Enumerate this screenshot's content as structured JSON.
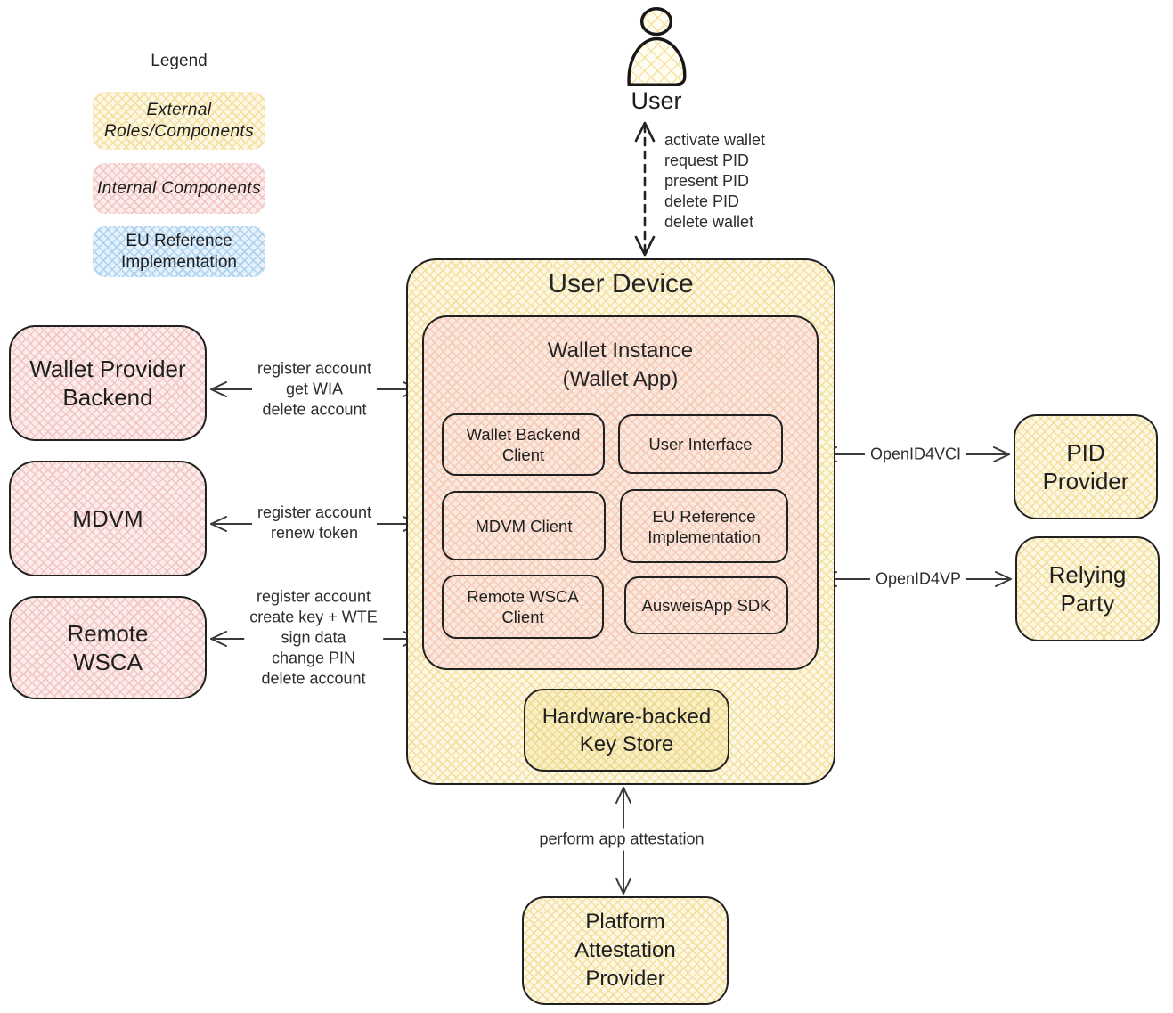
{
  "legend": {
    "title": "Legend",
    "items": [
      {
        "label": "External\nRoles/Components",
        "type": "external"
      },
      {
        "label": "Internal Components",
        "type": "internal"
      },
      {
        "label": "EU Reference\nImplementation",
        "type": "eu-reference"
      }
    ]
  },
  "actors": {
    "user": {
      "label": "User"
    }
  },
  "user_device": {
    "title": "User Device",
    "wallet_instance": {
      "title": "Wallet Instance\n(Wallet App)",
      "components": [
        "Wallet Backend\nClient",
        "User Interface",
        "MDVM Client",
        "EU Reference\nImplementation",
        "Remote WSCA\nClient",
        "AusweisApp SDK"
      ]
    },
    "key_store": {
      "label": "Hardware-backed\nKey Store"
    }
  },
  "external_components": {
    "wallet_provider_backend": "Wallet Provider\nBackend",
    "mdvm": "MDVM",
    "remote_wsca": "Remote\nWSCA",
    "pid_provider": "PID\nProvider",
    "relying_party": "Relying\nParty",
    "platform_attestation_provider": "Platform\nAttestation\nProvider"
  },
  "connections": {
    "user_to_device": "activate wallet\nrequest PID\npresent PID\ndelete PID\ndelete wallet",
    "wallet_provider_backend": "register account\nget WIA\ndelete account",
    "mdvm": "register account\nrenew token",
    "remote_wsca": "register account\ncreate key + WTE\nsign data\nchange PIN\ndelete account",
    "pid_provider": "OpenID4VCI",
    "relying_party": "OpenID4VP",
    "platform_attestation": "perform app attestation"
  },
  "colors": {
    "external_fill": "#fdf8e3",
    "external_hatch": "#f3e0a0",
    "internal_fill": "#fcecec",
    "internal_hatch": "#f2c6c2",
    "peach_fill": "#fbe8de",
    "peach_hatch": "#f5cab6",
    "gold_fill": "#faf0c8",
    "gold_hatch": "#eed98e",
    "blue_fill": "#e6f1fb",
    "blue_hatch": "#abd2ef",
    "border": "#212121",
    "arrow": "#3a3a3a",
    "text": "#1f1f1f"
  }
}
